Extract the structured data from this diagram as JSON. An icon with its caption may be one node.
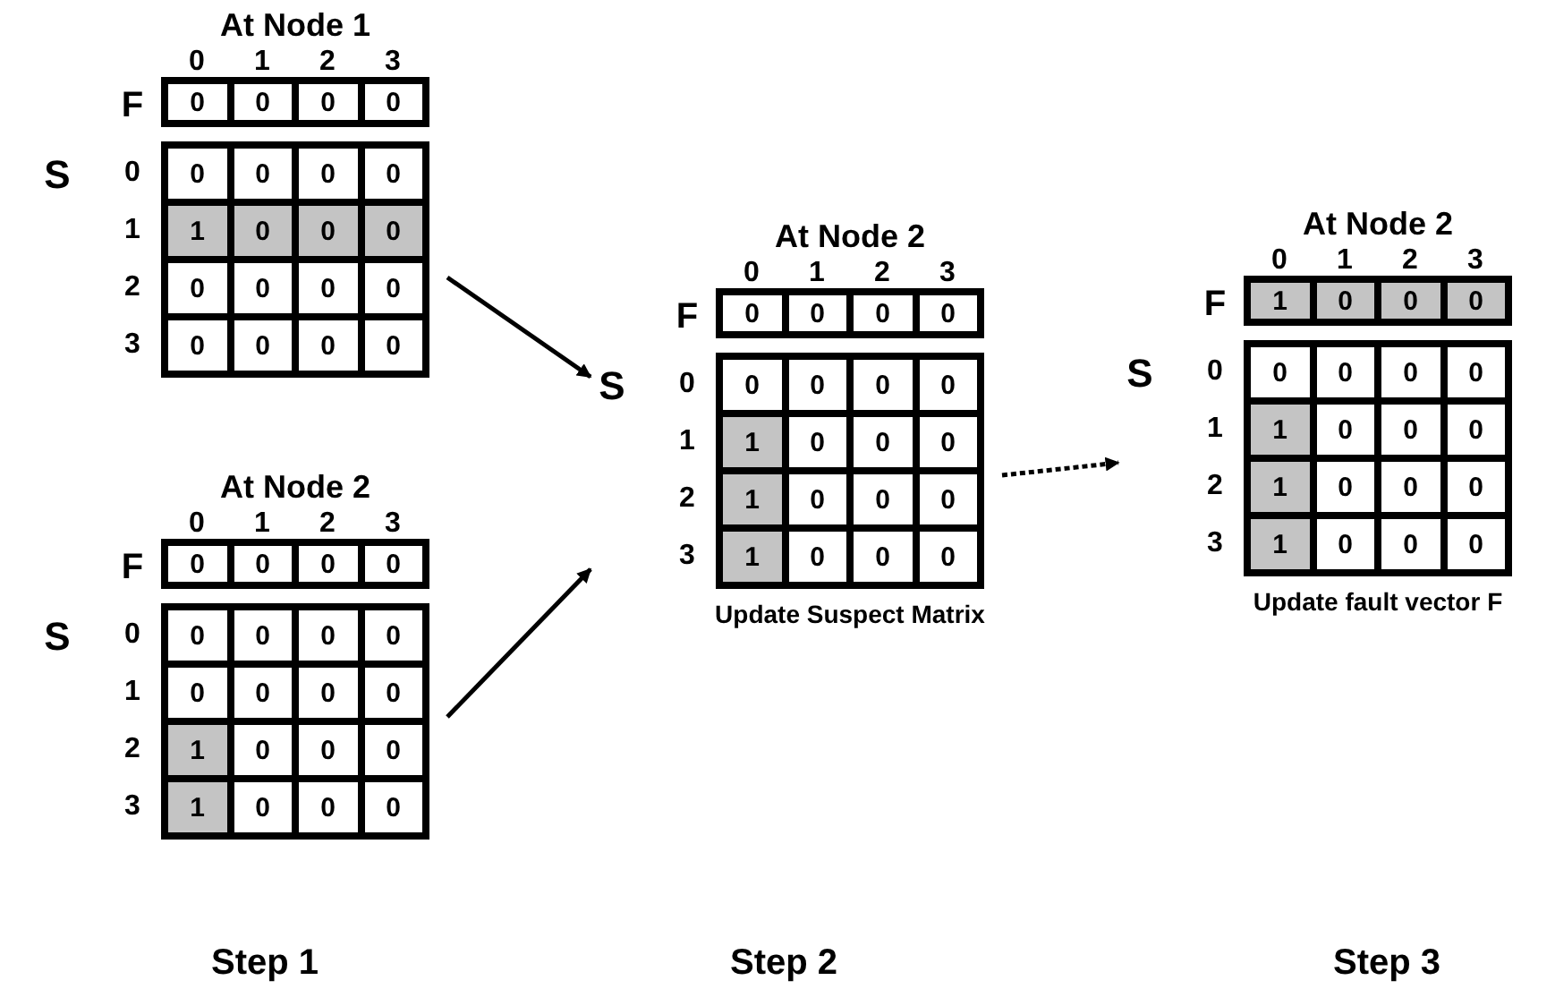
{
  "diagram": {
    "nodes": [
      {
        "text": [
          "At Node 1"
        ]
      },
      {
        "text": [
          "At Node 2"
        ]
      },
      {
        "text": [
          "At Node 2"
        ],
        "beside": [
          "Update Suspect Matrix"
        ]
      },
      {
        "text": [
          "At Node 2"
        ],
        "beside": [
          "Update fault vector F"
        ]
      }
    ],
    "edges": [
      {
        "from": 0,
        "to": 2,
        "arrow": "to"
      },
      {
        "from": 1,
        "to": 2,
        "arrow": "to"
      },
      {
        "from": 2,
        "to": 3,
        "arrow": "to",
        "style": "dashed"
      }
    ],
    "labels": [
      "0",
      "1",
      "2",
      "3",
      "F",
      "0",
      "0",
      "0",
      "0",
      "S",
      "0",
      "0",
      "0",
      "0",
      "0",
      "1",
      "1",
      "0",
      "0",
      "0",
      "2",
      "0",
      "0",
      "0",
      "0",
      "3",
      "0",
      "0",
      "0",
      "0",
      "0",
      "1",
      "2",
      "3",
      "F",
      "0",
      "0",
      "0",
      "0",
      "S",
      "0",
      "0",
      "0",
      "0",
      "0",
      "1",
      "0",
      "0",
      "0",
      "0",
      "2",
      "1",
      "0",
      "0",
      "0",
      "3",
      "1",
      "0",
      "0",
      "0",
      "0",
      "1",
      "2",
      "3",
      "F",
      "0",
      "0",
      "0",
      "0",
      "S",
      "0",
      "0",
      "0",
      "0",
      "0",
      "1",
      "1",
      "0",
      "0",
      "0",
      "2",
      "1",
      "0",
      "0",
      "0",
      "3",
      "1",
      "0",
      "0",
      "0",
      "0",
      "1",
      "2",
      "3",
      "F",
      "1",
      "0",
      "0",
      "0",
      "S",
      "0",
      "0",
      "0",
      "0",
      "0",
      "1",
      "1",
      "0",
      "0",
      "0",
      "2",
      "1",
      "0",
      "0",
      "0",
      "3",
      "1",
      "0",
      "0",
      "0",
      "Step 1",
      "Step 2",
      "Step 3"
    ]
  }
}
